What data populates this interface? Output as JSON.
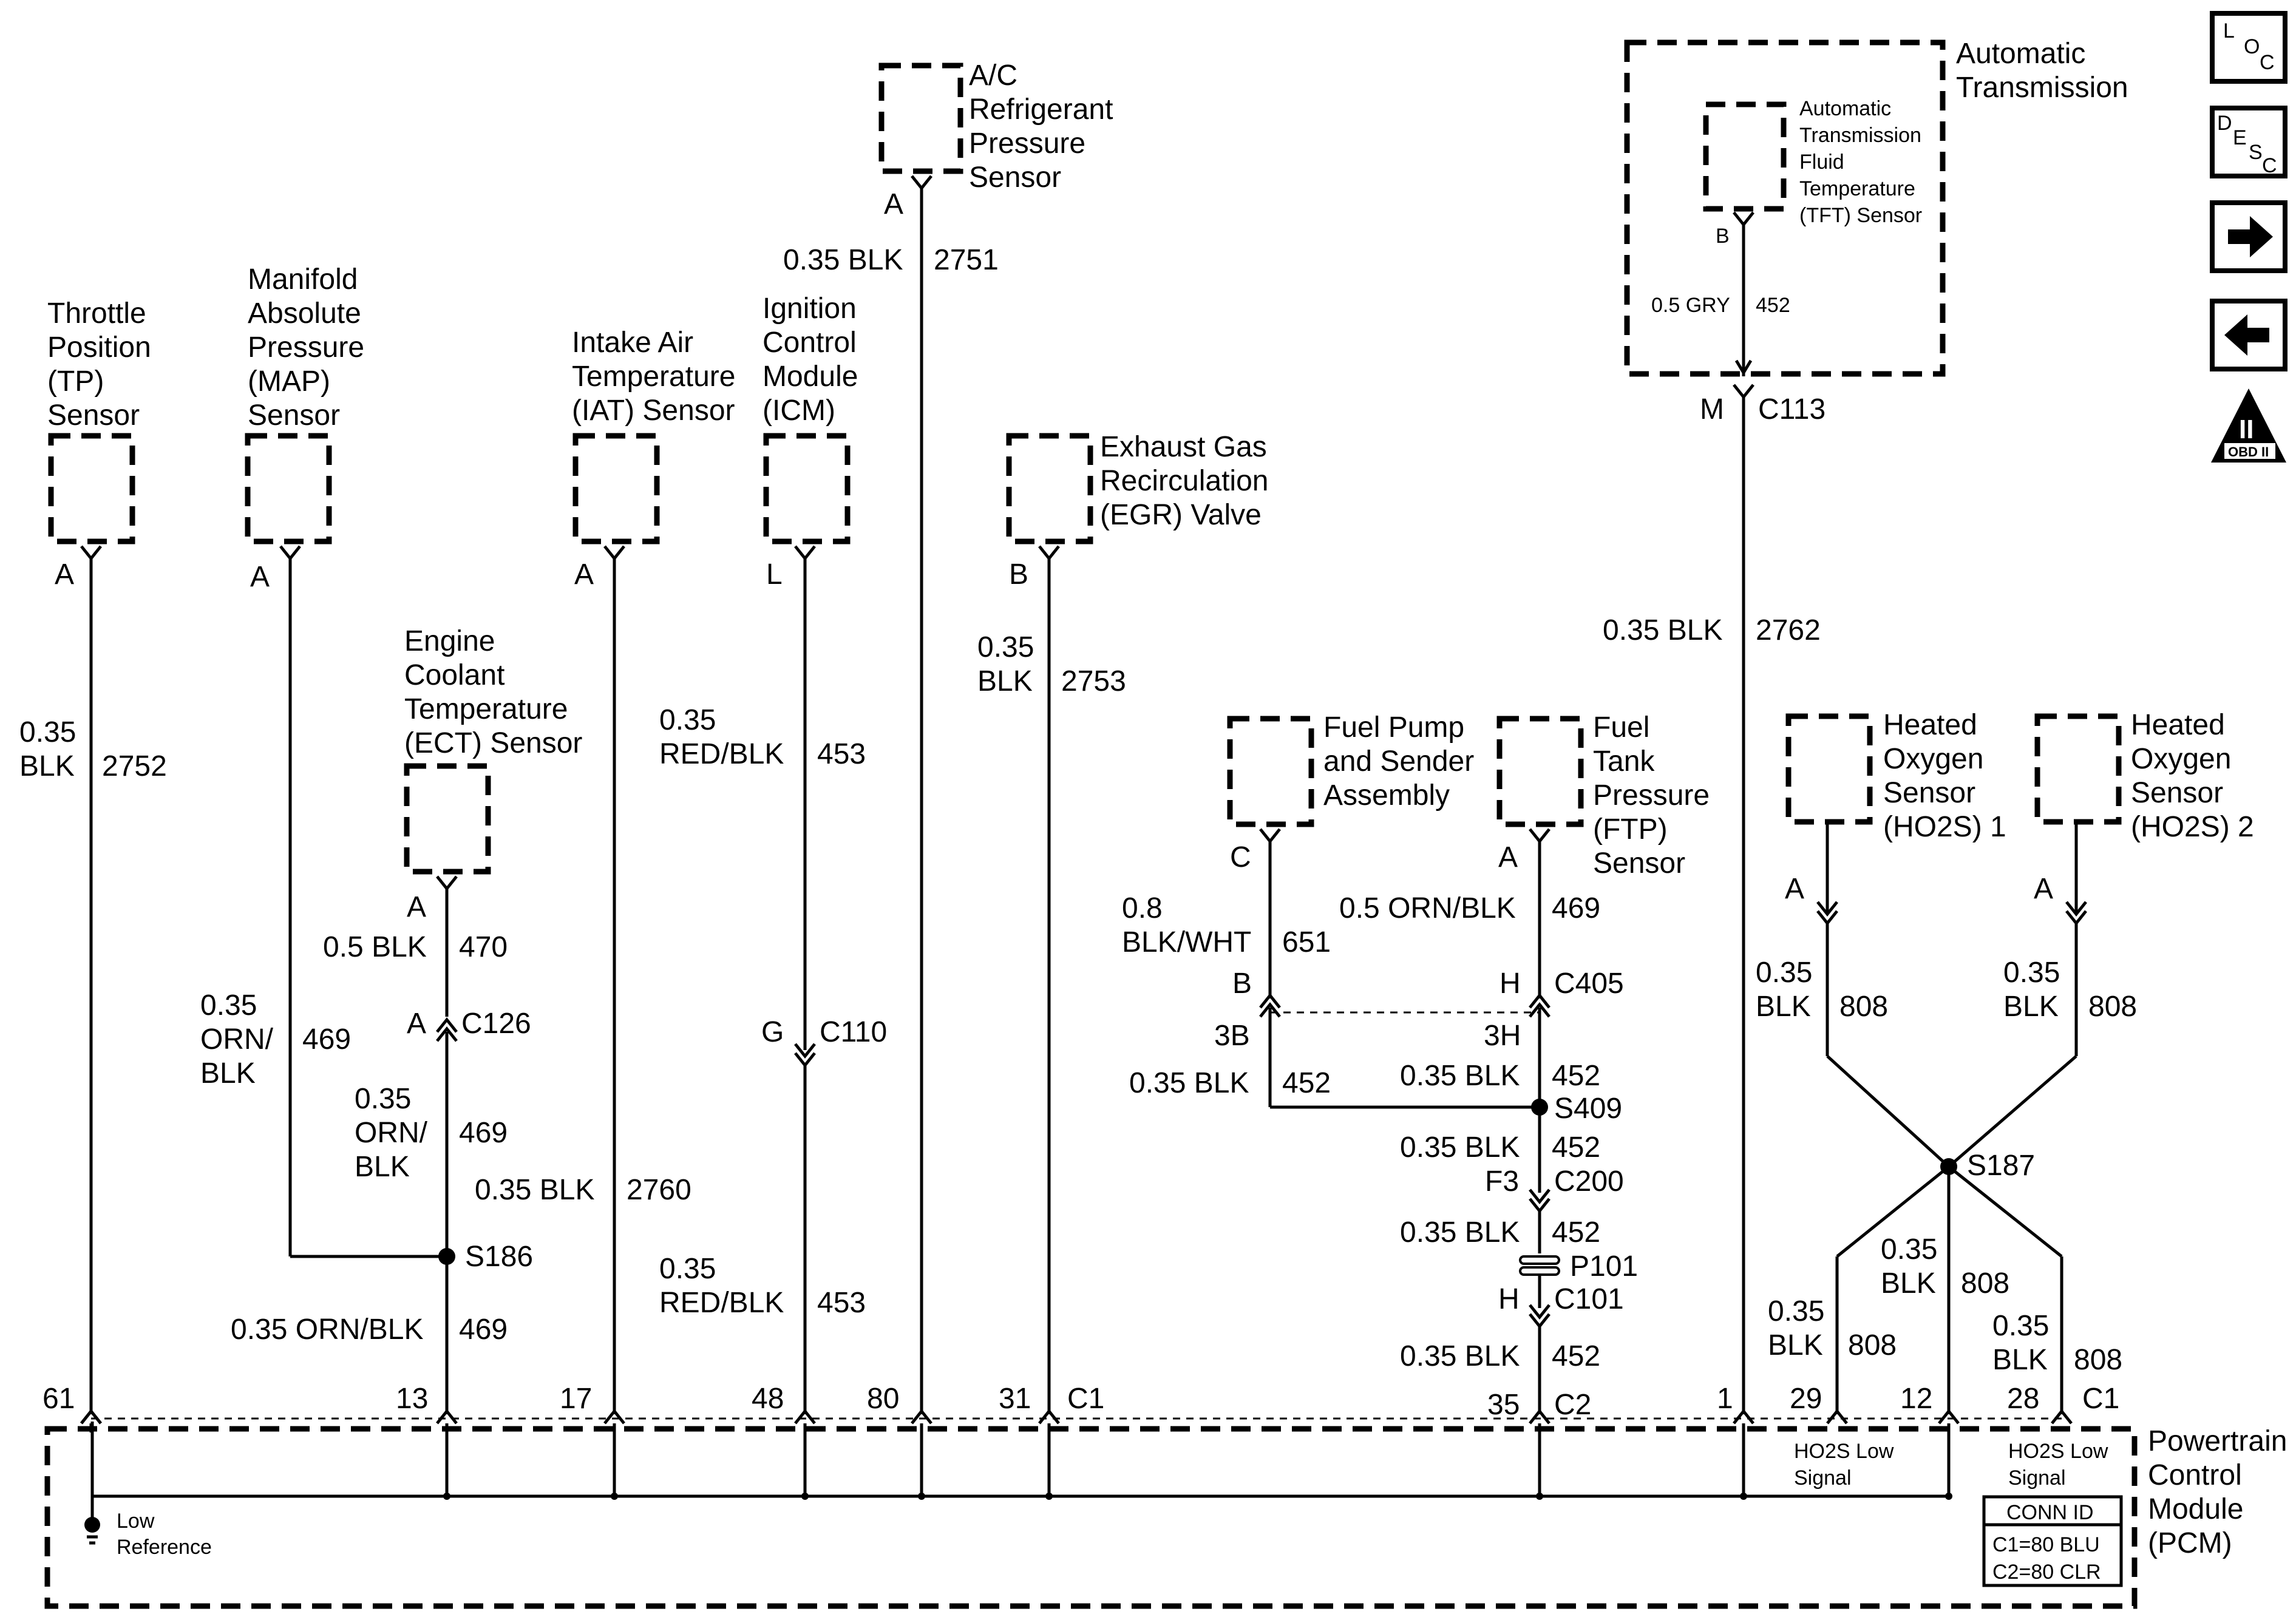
{
  "components": {
    "tp_sensor": [
      "Throttle",
      "Position",
      "(TP)",
      "Sensor"
    ],
    "map_sensor": [
      "Manifold",
      "Absolute",
      "Pressure",
      "(MAP)",
      "Sensor"
    ],
    "ect_sensor": [
      "Engine",
      "Coolant",
      "Temperature",
      "(ECT) Sensor"
    ],
    "iat_sensor": [
      "Intake Air",
      "Temperature",
      "(IAT) Sensor"
    ],
    "icm": [
      "Ignition",
      "Control",
      "Module",
      "(ICM)"
    ],
    "ac_sensor": [
      "A/C",
      "Refrigerant",
      "Pressure",
      "Sensor"
    ],
    "egr_valve": [
      "Exhaust Gas",
      "Recirculation",
      "(EGR) Valve"
    ],
    "fuel_pump": [
      "Fuel Pump",
      "and Sender",
      "Assembly"
    ],
    "ftp_sensor": [
      "Fuel",
      "Tank",
      "Pressure",
      "(FTP)",
      "Sensor"
    ],
    "auto_trans": [
      "Automatic",
      "Transmission"
    ],
    "tft_sensor": [
      "Automatic",
      "Transmission",
      "Fluid",
      "Temperature",
      "(TFT) Sensor"
    ],
    "ho2s1": [
      "Heated",
      "Oxygen",
      "Sensor",
      "(HO2S) 1"
    ],
    "ho2s2": [
      "Heated",
      "Oxygen",
      "Sensor",
      "(HO2S) 2"
    ],
    "pcm": [
      "Powertrain",
      "Control",
      "Module",
      "(PCM)"
    ]
  },
  "pins": {
    "tp": "A",
    "map": "A",
    "ect": "A",
    "iat": "A",
    "icm": "L",
    "ac": "A",
    "egr": "B",
    "fuel_pump": "C",
    "ftp": "A",
    "tft": "B",
    "ho2s1": "A",
    "ho2s2": "A"
  },
  "wires": {
    "tp_size": "0.35",
    "tp_color": "BLK",
    "tp_circuit": "2752",
    "map_size": "0.35",
    "map_color1": "ORN/",
    "map_color2": "BLK",
    "map_circuit": "469",
    "ect_upper": "0.5 BLK",
    "ect_upper_circuit": "470",
    "ect_mid_size": "0.35",
    "ect_mid_color1": "ORN/",
    "ect_mid_color2": "BLK",
    "ect_mid_circuit": "469",
    "ect_lower": "0.35 ORN/BLK",
    "ect_lower_circuit": "469",
    "iat": "0.35 BLK",
    "iat_circuit": "2760",
    "icm_upper_size": "0.35",
    "icm_upper_color": "RED/BLK",
    "icm_upper_circuit": "453",
    "icm_lower_size": "0.35",
    "icm_lower_color": "RED/BLK",
    "icm_lower_circuit": "453",
    "ac": "0.35 BLK",
    "ac_circuit": "2751",
    "egr_size": "0.35",
    "egr_color": "BLK",
    "egr_circuit": "2753",
    "fp_size": "0.8",
    "fp_color": "BLK/WHT",
    "fp_circuit": "651",
    "fp_lower": "0.35 BLK",
    "fp_lower_circuit": "452",
    "ftp": "0.5 ORN/BLK",
    "ftp_circuit": "469",
    "ftp_lower": "0.35 BLK",
    "ftp_lower_circuit": "452",
    "s409_lower": "0.35 BLK",
    "s409_lower_circuit": "452",
    "c200_lower": "0.35 BLK",
    "c200_lower_circuit": "452",
    "c101_lower": "0.35 BLK",
    "c101_lower_circuit": "452",
    "tft": "0.5 GRY",
    "tft_circuit": "452",
    "trans": "0.35 BLK",
    "trans_circuit": "2762",
    "ho2s1_size": "0.35",
    "ho2s1_color": "BLK",
    "ho2s1_circuit": "808",
    "ho2s2_size": "0.35",
    "ho2s2_color": "BLK",
    "ho2s2_circuit": "808",
    "pcm29_size": "0.35",
    "pcm29_color": "BLK",
    "pcm29_circuit": "808",
    "pcm12_size": "0.35",
    "pcm12_color": "BLK",
    "pcm12_circuit": "808",
    "pcm28_size": "0.35",
    "pcm28_color": "BLK",
    "pcm28_circuit": "808"
  },
  "connectors": {
    "c126_pin": "A",
    "c126": "C126",
    "c110_pin": "G",
    "c110": "C110",
    "c405_b": "B",
    "c405_h": "H",
    "c405": "C405",
    "c405_3b": "3B",
    "c405_3h": "3H",
    "c200_pin": "F3",
    "c200": "C200",
    "p101": "P101",
    "c101_pin": "H",
    "c101": "C101",
    "c113_pin": "M",
    "c113": "C113",
    "c1": "C1",
    "c2": "C2",
    "c1_right": "C1"
  },
  "splices": {
    "s186": "S186",
    "s409": "S409",
    "s187": "S187"
  },
  "pcm_pins": {
    "p61": "61",
    "p13": "13",
    "p17": "17",
    "p48": "48",
    "p80": "80",
    "p31": "31",
    "p35": "35",
    "p1": "1",
    "p29": "29",
    "p12": "12",
    "p28": "28"
  },
  "pcm_labels": {
    "low_ref1": "Low",
    "low_ref2": "Reference",
    "ho2s_low1_a": "HO2S Low",
    "ho2s_low1_b": "Signal",
    "ho2s_low2_a": "HO2S Low",
    "ho2s_low2_b": "Signal"
  },
  "conn_id": {
    "title": "CONN ID",
    "c1": "C1=80 BLU",
    "c2": "C2=80 CLR"
  },
  "nav_icons": {
    "loc": [
      "L",
      "O",
      "C"
    ],
    "desc": [
      "D",
      "E",
      "S",
      "C"
    ],
    "obd": [
      "II",
      "OBD II"
    ]
  }
}
